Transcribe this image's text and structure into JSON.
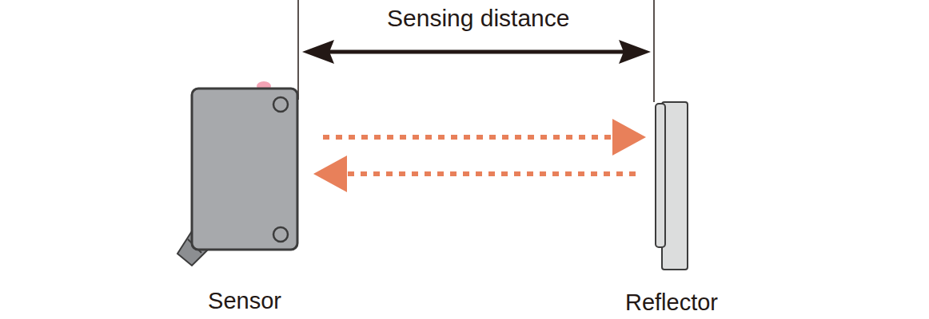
{
  "diagram": {
    "nodes": [
      {
        "text": [
          "Sensor"
        ]
      },
      {
        "text": [
          "Reflector"
        ]
      }
    ],
    "edges": [
      {
        "from": 0,
        "to": 1,
        "arrow": "to"
      },
      {
        "from": 1,
        "to": 0,
        "arrow": "to"
      }
    ],
    "labels": [
      "Sensing distance"
    ]
  }
}
